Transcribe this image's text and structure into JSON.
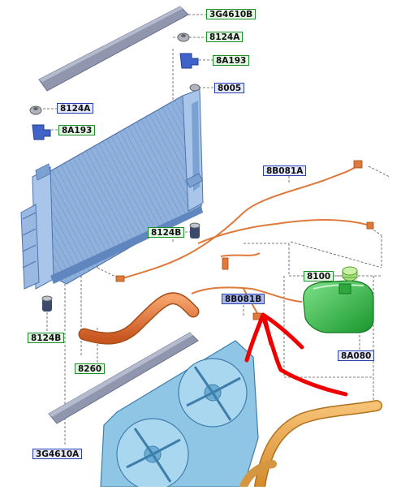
{
  "diagram": {
    "labels": [
      {
        "id": "3G4610B",
        "text": "3G4610B",
        "style": "green"
      },
      {
        "id": "8124A-top",
        "text": "8124A",
        "style": "green"
      },
      {
        "id": "8A193-top",
        "text": "8A193",
        "style": "green"
      },
      {
        "id": "8005",
        "text": "8005",
        "style": "blue"
      },
      {
        "id": "8124A-left",
        "text": "8124A",
        "style": "blue"
      },
      {
        "id": "8A193-left",
        "text": "8A193",
        "style": "green"
      },
      {
        "id": "8B081A",
        "text": "8B081A",
        "style": "blue"
      },
      {
        "id": "8124B-mid",
        "text": "8124B",
        "style": "green"
      },
      {
        "id": "8100",
        "text": "8100",
        "style": "green"
      },
      {
        "id": "8B081B",
        "text": "8B081B",
        "style": "hl"
      },
      {
        "id": "8124B-left",
        "text": "8124B",
        "style": "green"
      },
      {
        "id": "8A080",
        "text": "8A080",
        "style": "blue"
      },
      {
        "id": "8260",
        "text": "8260",
        "style": "green"
      },
      {
        "id": "3G4610A",
        "text": "3G4610A",
        "style": "blue"
      }
    ],
    "colors": {
      "radiator": "#8fb1dc",
      "radiator_dark": "#5f86bf",
      "hose_orange": "#e27b3a",
      "pipe_orange": "#dd7a3c",
      "reservoir_green": "#34c24a",
      "cap_green": "#a6e27a",
      "fan_blue": "#8fc6e6",
      "pad_gray": "#8f96ad",
      "annotation_red": "#ee0000"
    }
  }
}
